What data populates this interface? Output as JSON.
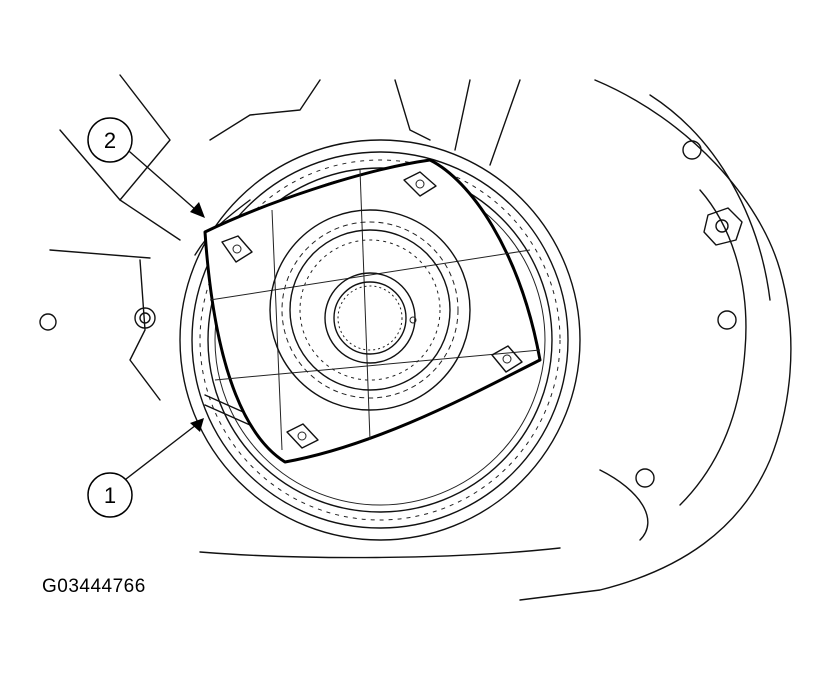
{
  "figure": {
    "id": "G03444766",
    "callouts": [
      {
        "number": "1"
      },
      {
        "number": "2"
      }
    ],
    "colors": {
      "line": "#111111",
      "background": "#ffffff"
    }
  }
}
